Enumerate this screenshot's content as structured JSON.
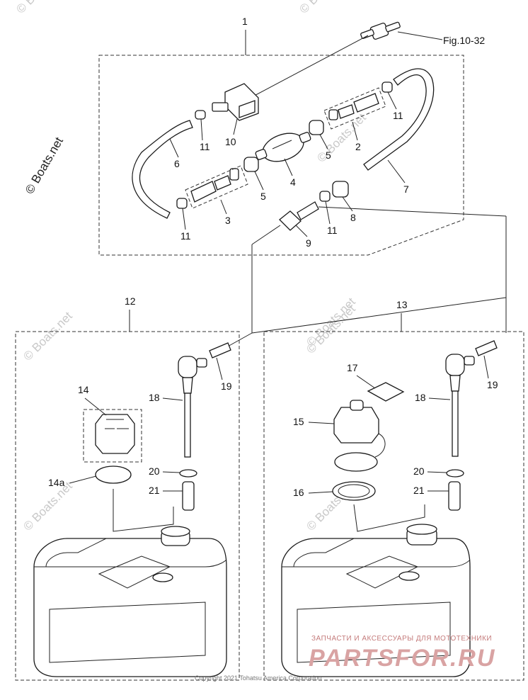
{
  "labels": {
    "p1": "1",
    "p2": "2",
    "p3": "3",
    "p4": "4",
    "p5a": "5",
    "p5b": "5",
    "p6": "6",
    "p7": "7",
    "p8": "8",
    "p9": "9",
    "p10": "10",
    "p11a": "11",
    "p11b": "11",
    "p11c": "11",
    "p11d": "11",
    "p12": "12",
    "p13": "13",
    "p14": "14",
    "p14a": "14a",
    "p15": "15",
    "p16": "16",
    "p17": "17",
    "p18a": "18",
    "p18b": "18",
    "p19a": "19",
    "p19b": "19",
    "p20a": "20",
    "p20b": "20",
    "p21a": "21",
    "p21b": "21",
    "fig_ref": "Fig.10-32"
  },
  "watermark": {
    "main": "© Boats.net",
    "faint": "© Boats.net"
  },
  "promo": {
    "tagline": "ЗАПЧАСТИ И АКСЕССУАРЫ ДЛЯ МОТОТЕХНИКИ",
    "brand": "PARTSFOR.RU"
  },
  "copyright": "Copyright 2021 Tohatsu America Corporation"
}
